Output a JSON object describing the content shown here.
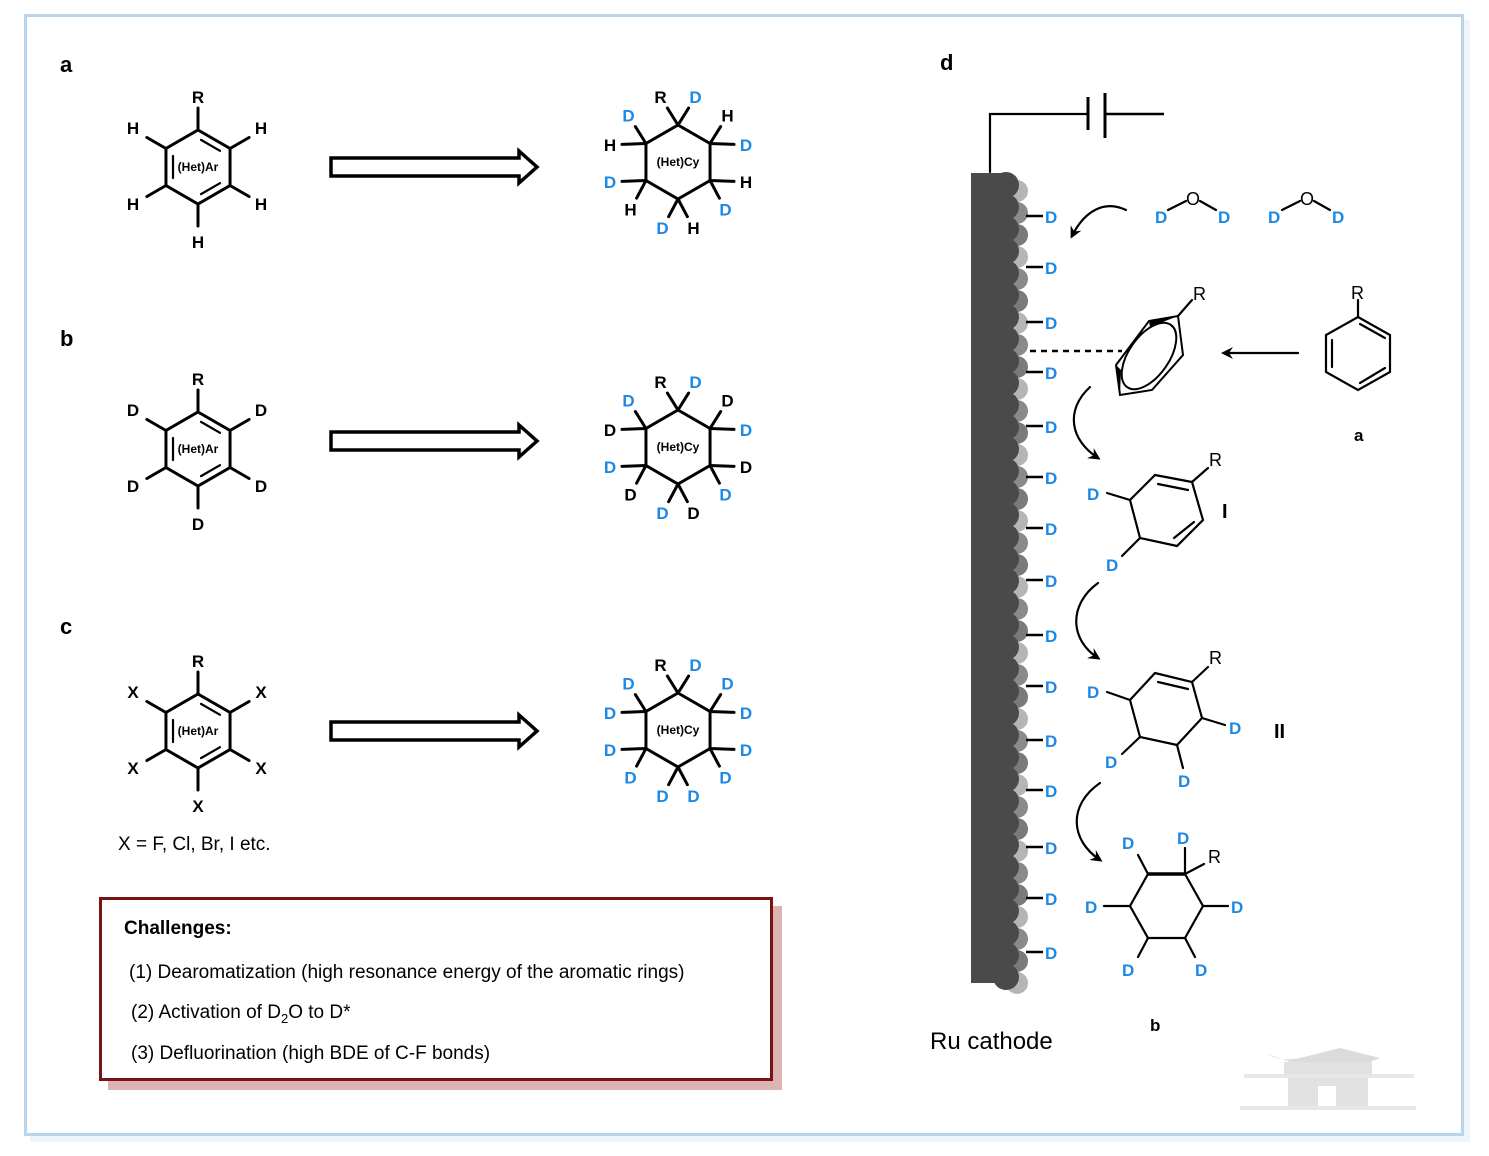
{
  "panels": {
    "a": {
      "label": "a",
      "reactant": {
        "center_label": "(Het)Ar",
        "top": "R",
        "substituents": [
          "H",
          "H",
          "H",
          "H",
          "H"
        ]
      },
      "product": {
        "center_label": "(Het)Cy",
        "top": "R",
        "atoms": [
          {
            "text": "D",
            "color": "blue"
          },
          {
            "text": "D",
            "color": "blue"
          },
          {
            "text": "H",
            "color": "black"
          },
          {
            "text": "H",
            "color": "black"
          },
          {
            "text": "D",
            "color": "blue"
          },
          {
            "text": "D",
            "color": "blue"
          },
          {
            "text": "H",
            "color": "black"
          },
          {
            "text": "H",
            "color": "black"
          },
          {
            "text": "D",
            "color": "blue"
          },
          {
            "text": "D",
            "color": "blue"
          },
          {
            "text": "H",
            "color": "black"
          }
        ]
      }
    },
    "b": {
      "label": "b",
      "reactant": {
        "center_label": "(Het)Ar",
        "top": "R",
        "substituents": [
          "D",
          "D",
          "D",
          "D",
          "D"
        ]
      },
      "product": {
        "center_label": "(Het)Cy",
        "top": "R",
        "atoms": [
          {
            "text": "D",
            "color": "blue"
          },
          {
            "text": "D",
            "color": "blue"
          },
          {
            "text": "D",
            "color": "black"
          },
          {
            "text": "D",
            "color": "black"
          },
          {
            "text": "D",
            "color": "blue"
          },
          {
            "text": "D",
            "color": "blue"
          },
          {
            "text": "D",
            "color": "black"
          },
          {
            "text": "D",
            "color": "black"
          },
          {
            "text": "D",
            "color": "blue"
          },
          {
            "text": "D",
            "color": "blue"
          },
          {
            "text": "D",
            "color": "black"
          }
        ]
      }
    },
    "c": {
      "label": "c",
      "reactant": {
        "center_label": "(Het)Ar",
        "top": "R",
        "substituents": [
          "X",
          "X",
          "X",
          "X",
          "X"
        ]
      },
      "note": "X = F, Cl, Br, I etc.",
      "product": {
        "center_label": "(Het)Cy",
        "top": "R",
        "atoms": [
          {
            "text": "D",
            "color": "blue"
          },
          {
            "text": "D",
            "color": "blue"
          },
          {
            "text": "D",
            "color": "blue"
          },
          {
            "text": "D",
            "color": "blue"
          },
          {
            "text": "D",
            "color": "blue"
          },
          {
            "text": "D",
            "color": "blue"
          },
          {
            "text": "D",
            "color": "blue"
          },
          {
            "text": "D",
            "color": "blue"
          },
          {
            "text": "D",
            "color": "blue"
          },
          {
            "text": "D",
            "color": "blue"
          },
          {
            "text": "D",
            "color": "blue"
          }
        ]
      }
    },
    "d": {
      "label": "d",
      "electrode_label": "Ru cathode",
      "surface_D": "D",
      "water": {
        "left": "D",
        "center": "O",
        "right": "D"
      },
      "substrate_label": "a",
      "substrate_R": "R",
      "intermediate_I": {
        "label": "I",
        "R": "R",
        "D": "D"
      },
      "intermediate_II": {
        "label": "II",
        "R": "R",
        "D": "D"
      },
      "product_b": {
        "label": "b",
        "R": "R",
        "D": "D"
      }
    }
  },
  "challenges": {
    "title": "Challenges:",
    "items": [
      "(1) Dearomatization (high resonance energy of the aromatic rings)",
      "(2) Activation of D",
      "(3) Defluorination (high BDE of C-F bonds)"
    ],
    "item2_sub": "2",
    "item2_tail": "O to D*"
  },
  "colors": {
    "deuterium_blue": "#1e88e5",
    "frame_border": "#b9d3ea",
    "challenge_border": "#7a1414",
    "electrode": "#4a4a4a"
  }
}
